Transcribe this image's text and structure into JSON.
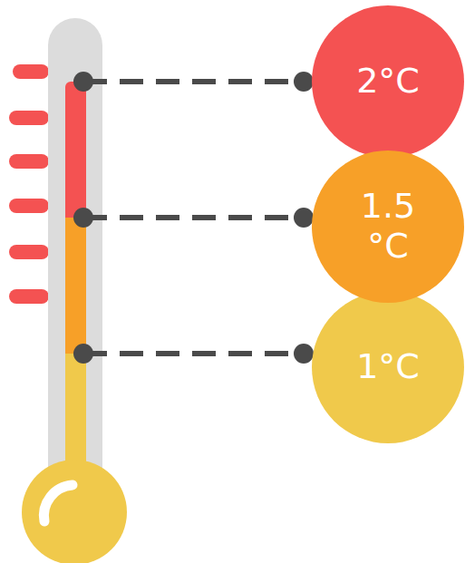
{
  "diagram": {
    "nodes": [
      {
        "text": [
          "2°C"
        ]
      },
      {
        "text": [
          "1.5 °C"
        ]
      },
      {
        "text": [
          "1°C"
        ]
      }
    ]
  }
}
